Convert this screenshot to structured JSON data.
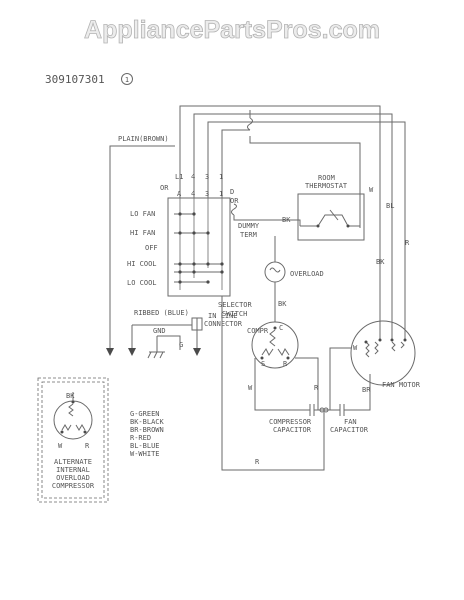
{
  "watermark": "AppliancePartsPros.com",
  "doc_number": "309107301",
  "revision_mark": "1",
  "labels": {
    "plain_brown": "PLAIN(BROWN)",
    "or_left": "OR",
    "term_l1": "L1",
    "term_4": "4",
    "term_3": "3",
    "term_1": "1",
    "term_a": "A",
    "term_4b": "4",
    "term_3b": "3",
    "term_1b": "1",
    "term_d": "D",
    "term_or": "OR",
    "lo_fan": "LO FAN",
    "hi_fan": "HI FAN",
    "off": "OFF",
    "hi_cool": "HI COOL",
    "lo_cool": "LO COOL",
    "dummy_term_1": "DUMMY",
    "dummy_term_2": "TERM",
    "room_thermostat_1": "ROOM",
    "room_thermostat_2": "THERMOSTAT",
    "w_right": "W",
    "bk_thermo": "BK",
    "bl": "BL",
    "r_right": "R",
    "bk_right": "BK",
    "overload": "OVERLOAD",
    "selector_1": "SELECTOR",
    "selector_2": "SWITCH",
    "bk_mid": "BK",
    "ribbed_blue": "RIBBED (BLUE)",
    "in_line_1": "IN LINE",
    "in_line_2": "CONNECTOR",
    "gnd": "GND",
    "g_gnd": "G",
    "compr": "COMPR",
    "c": "C",
    "s": "S",
    "r_compr": "R",
    "w_compr": "W",
    "r_compr2": "R",
    "w_fan": "W",
    "br": "BR",
    "fan_motor": "FAN MOTOR",
    "comp_cap_1": "COMPRESSOR",
    "comp_cap_2": "CAPACITOR",
    "fan_cap_1": "FAN",
    "fan_cap_2": "CAPACITOR",
    "r_bottom": "R",
    "bk_alt": "BK",
    "alt_w": "W",
    "alt_r": "R",
    "alt_1": "ALTERNATE",
    "alt_2": "INTERNAL",
    "alt_3": "OVERLOAD",
    "alt_4": "COMPRESSOR"
  },
  "legend": [
    "G-GREEN",
    "BK-BLACK",
    "BR-BROWN",
    "R-RED",
    "BL-BLUE",
    "W-WHITE"
  ]
}
